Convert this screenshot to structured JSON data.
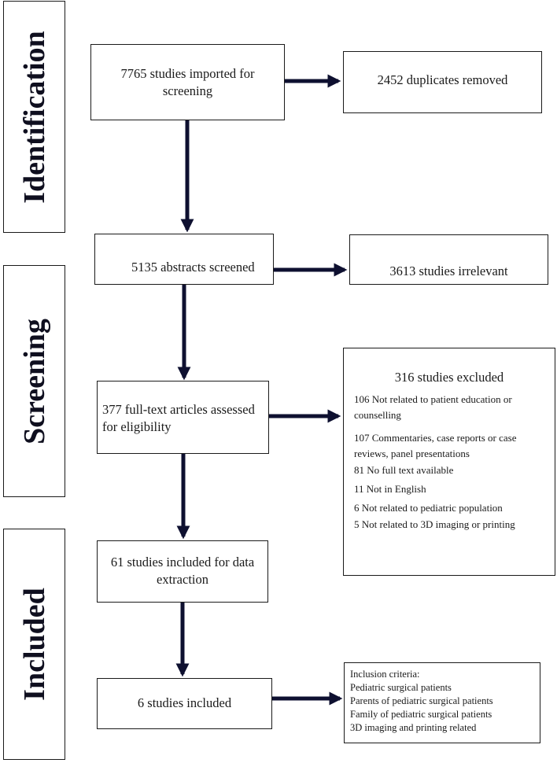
{
  "stages": {
    "identification": "Identification",
    "screening": "Screening",
    "included": "Included"
  },
  "flow": {
    "imported": "7765 studies imported for screening",
    "abstracts": "5135 abstracts screened",
    "fulltext": "377 full-text articles assessed for eligibility",
    "data_extraction": "61 studies included for data extraction",
    "final": "6 studies included"
  },
  "side": {
    "duplicates": "2452 duplicates removed",
    "irrelevant": "3613 studies irrelevant"
  },
  "exclusions": {
    "title": "316 studies excluded",
    "items": [
      "106 Not related to patient education or counselling",
      "107 Commentaries, case reports or case reviews, panel presentations",
      "81 No full text available",
      "11 Not in English",
      "6 Not related to pediatric population",
      "5 Not related to 3D imaging or printing"
    ]
  },
  "inclusion": {
    "title": "Inclusion criteria:",
    "items": [
      "Pediatric surgical patients",
      "Parents of pediatric surgical patients",
      "Family of pediatric surgical patients",
      "3D imaging and printing related"
    ]
  },
  "colors": {
    "arrow": "#0e1030",
    "border": "#1a1a1a"
  }
}
